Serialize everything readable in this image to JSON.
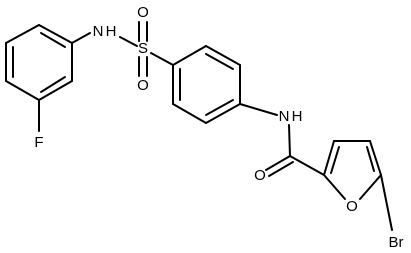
{
  "atoms": {
    "n_sulfonamide": "N",
    "h_sulfonamide": "H",
    "s_sulfonyl": "S",
    "o_sulfonyl_upper": "O",
    "o_sulfonyl_lower": "O",
    "fluorine": "F",
    "n_amide": "N",
    "h_amide": "H",
    "o_carbonyl": "O",
    "o_furan": "O",
    "bromine": "Br"
  },
  "colors": {
    "bond": "#000000",
    "label": "#000000",
    "background": "#ffffff"
  }
}
